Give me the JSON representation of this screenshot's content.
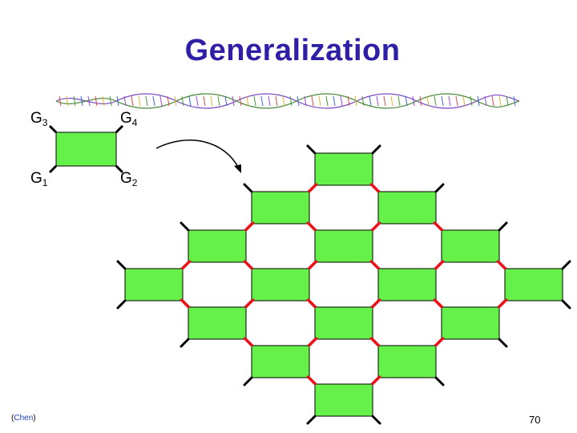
{
  "slide": {
    "title": "Generalization",
    "citation": {
      "open": "(",
      "author": "Chen",
      "close": ")"
    },
    "page_number": "70"
  },
  "gate_labels": [
    {
      "letter": "G",
      "index": "3"
    },
    {
      "letter": "G",
      "index": "4"
    },
    {
      "letter": "G",
      "index": "1"
    },
    {
      "letter": "G",
      "index": "2"
    }
  ],
  "colors": {
    "title": "#2e1fa6",
    "gate_fill": "#66f04a",
    "link_wire": "#000000",
    "crosslink_wire": "#e8141c",
    "citation_author": "#1e3fb5"
  }
}
